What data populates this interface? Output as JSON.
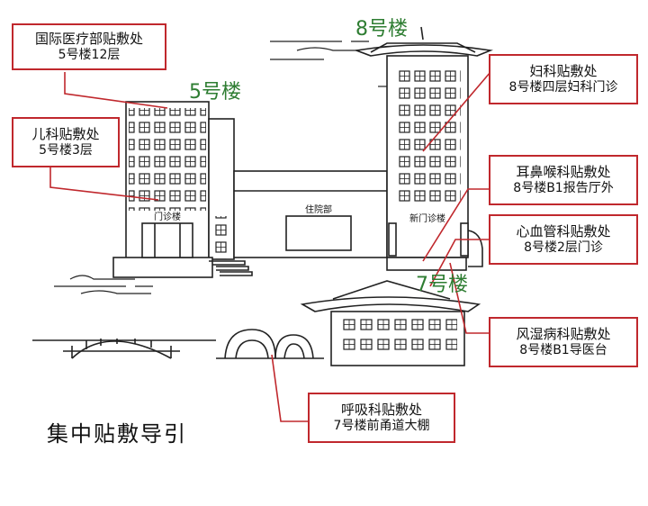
{
  "title": "集中贴敷导引",
  "building_labels": {
    "b5": "5号楼",
    "b8": "8号楼",
    "b7": "7号楼"
  },
  "building_signs": {
    "outpatient": "门诊楼",
    "inpatient": "住院部",
    "new_outpatient": "新门诊楼"
  },
  "callouts": {
    "international": {
      "name": "国际医疗部贴敷处",
      "location": "5号楼12层"
    },
    "pediatrics": {
      "name": "儿科贴敷处",
      "location": "5号楼3层"
    },
    "gynecology": {
      "name": "妇科贴敷处",
      "location": "8号楼四层妇科门诊"
    },
    "ent": {
      "name": "耳鼻喉科贴敷处",
      "location": "8号楼B1报告厅外"
    },
    "cardio": {
      "name": "心血管科贴敷处",
      "location": "8号楼2层门诊"
    },
    "rheumatology": {
      "name": "风湿病科贴敷处",
      "location": "8号楼B1导医台"
    },
    "respiratory": {
      "name": "呼吸科贴敷处",
      "location": "7号楼前甬道大棚"
    }
  },
  "colors": {
    "accent": "#c0282d",
    "building_label": "#2e7d32",
    "line": "#222222"
  }
}
